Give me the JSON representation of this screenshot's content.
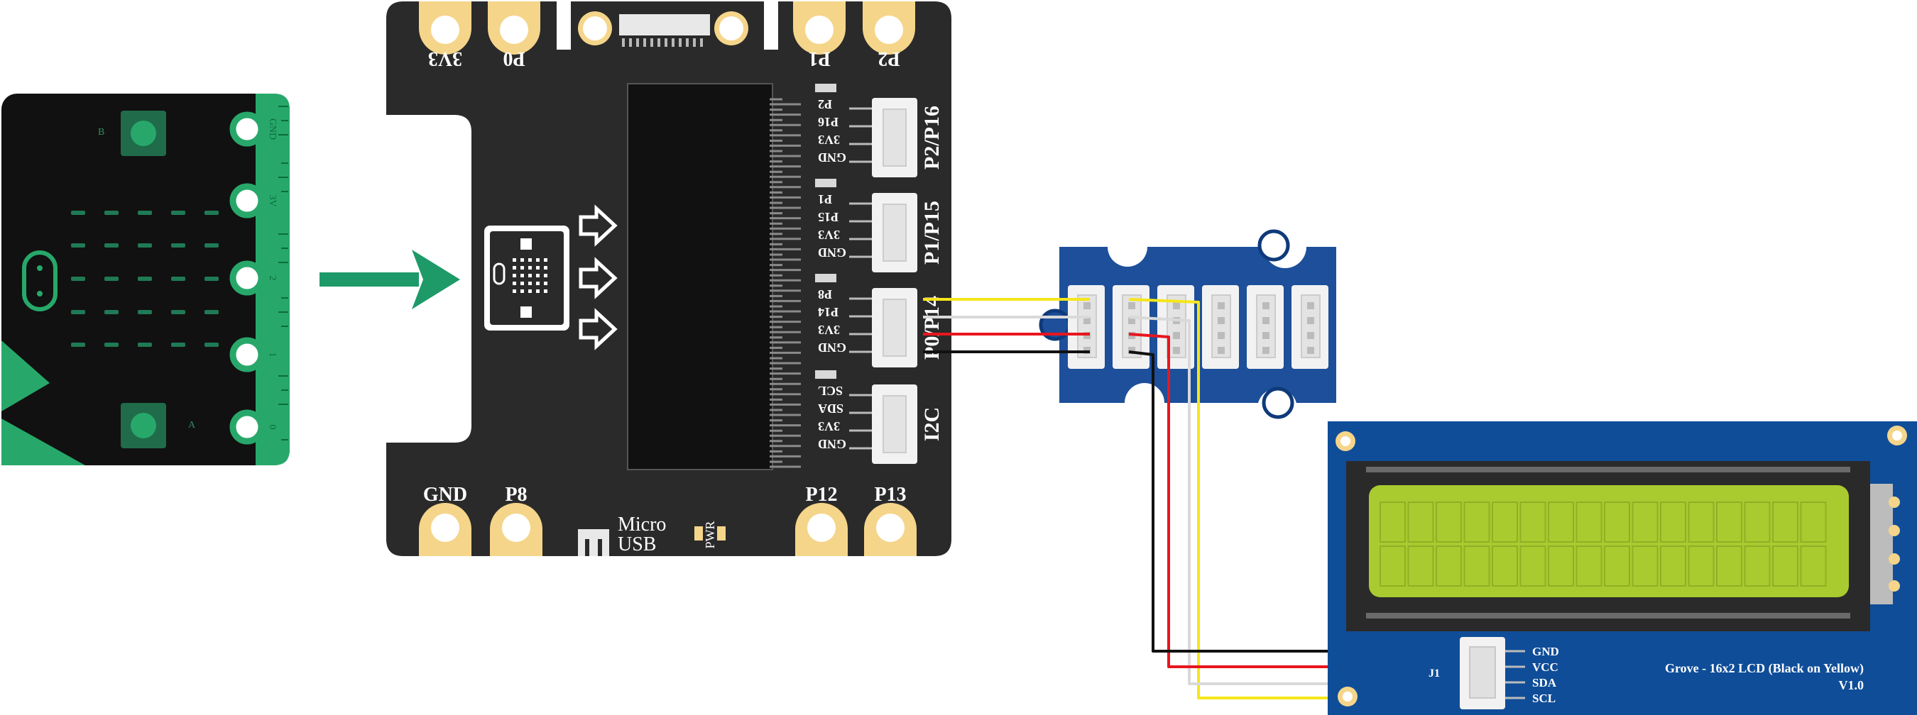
{
  "microbit": {
    "pads": [
      "GND",
      "3V",
      "2",
      "1",
      "0"
    ],
    "buttons": [
      "B",
      "A"
    ]
  },
  "breakout": {
    "top_pads": [
      "3V3",
      "P0",
      "P1",
      "P2"
    ],
    "bottom_pads": [
      "GND",
      "P8",
      "P12",
      "P13"
    ],
    "usb_label": [
      "Micro",
      "USB"
    ],
    "pwr_label": "PWR",
    "connectors": [
      {
        "name": "P2/P16",
        "pins": [
          "P2",
          "P16",
          "3V3",
          "GND"
        ]
      },
      {
        "name": "P1/P15",
        "pins": [
          "P1",
          "P15",
          "3V3",
          "GND"
        ]
      },
      {
        "name": "P0/P14",
        "pins": [
          "P8",
          "P14",
          "3V3",
          "GND"
        ]
      },
      {
        "name": "I2C",
        "pins": [
          "SCL",
          "SDA",
          "3V3",
          "GND"
        ]
      }
    ]
  },
  "lcd": {
    "title": "Grove - 16x2 LCD (Black on Yellow)",
    "version": "V1.0",
    "connector_label": "J1",
    "pins": [
      "GND",
      "VCC",
      "SDA",
      "SCL"
    ]
  },
  "colors": {
    "board": "#2a2a2a",
    "pad": "#f5d58a",
    "arrow": "#1e9a68",
    "hub": "#1d4f9a",
    "lcd_board": "#0f4d98",
    "lcd_screen": "#a9cb2f",
    "wire_yellow": "#f5e61a",
    "wire_white": "#d9d9d9",
    "wire_red": "#e8161e",
    "wire_black": "#111111"
  }
}
